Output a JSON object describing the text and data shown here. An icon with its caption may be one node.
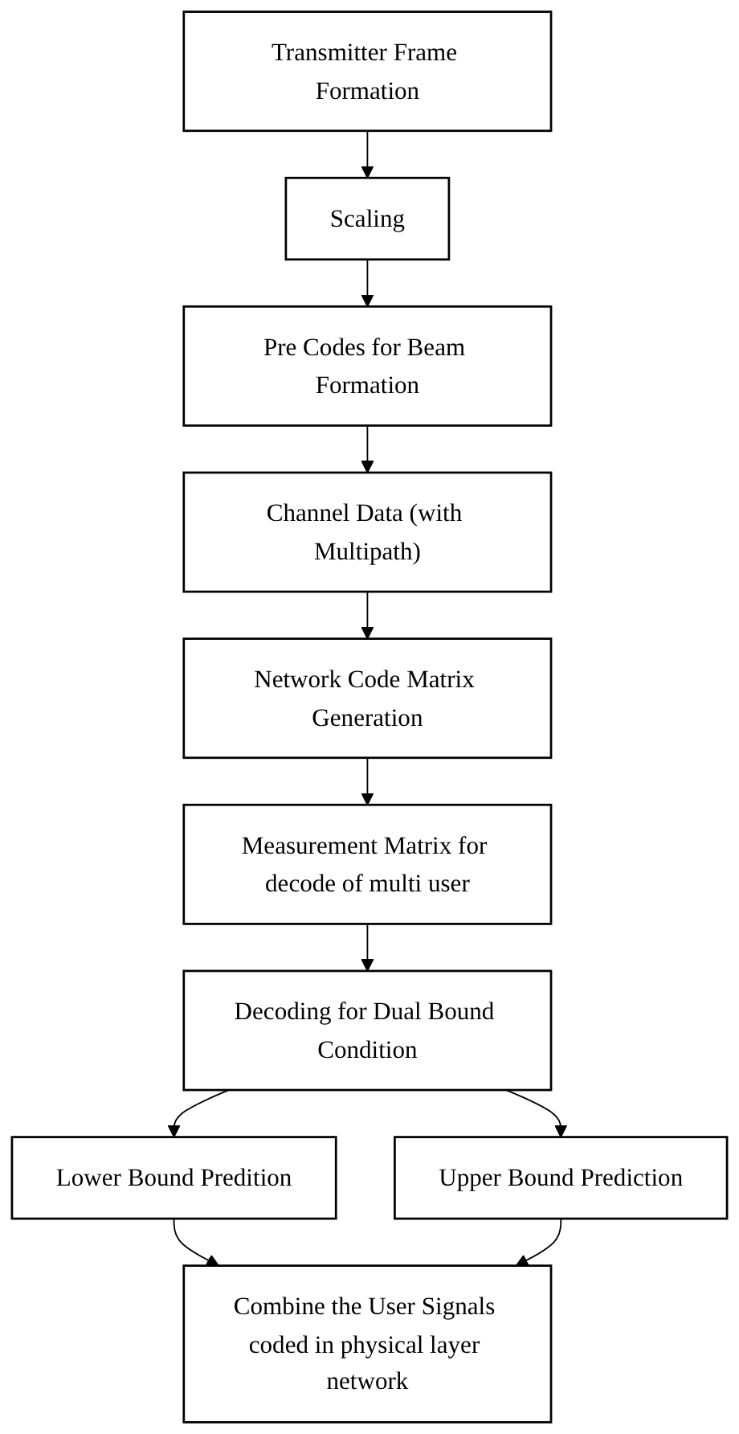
{
  "diagram": {
    "nodes": [
      {
        "text": [
          "Transmitter Frame Formation"
        ]
      },
      {
        "text": [
          "Scaling"
        ]
      },
      {
        "text": [
          "Pre Codes for Beam Formation"
        ]
      },
      {
        "text": [
          "Channel Data (with Multipath)"
        ]
      },
      {
        "text": [
          "Network Code Matrix Generation"
        ]
      },
      {
        "text": [
          "Measurement Matrix for decode of multi user"
        ]
      },
      {
        "text": [
          "Decoding for Dual Bound Condition"
        ]
      },
      {
        "text": [
          "Lower Bound Predition"
        ]
      },
      {
        "text": [
          "Upper Bound Prediction"
        ]
      },
      {
        "text": [
          "Combine the User Signals coded in physical layer network"
        ]
      }
    ],
    "edges": [
      {
        "from": 0,
        "to": 1,
        "arrow": "to"
      },
      {
        "from": 1,
        "to": 2,
        "arrow": "to"
      },
      {
        "from": 2,
        "to": 3,
        "arrow": "to"
      },
      {
        "from": 3,
        "to": 4,
        "arrow": "to"
      },
      {
        "from": 4,
        "to": 5,
        "arrow": "to"
      },
      {
        "from": 5,
        "to": 6,
        "arrow": "to"
      },
      {
        "from": 6,
        "to": 7,
        "arrow": "to"
      },
      {
        "from": 6,
        "to": 8,
        "arrow": "to"
      },
      {
        "from": 7,
        "to": 9,
        "arrow": "to"
      },
      {
        "from": 8,
        "to": 9,
        "arrow": "to"
      }
    ]
  }
}
